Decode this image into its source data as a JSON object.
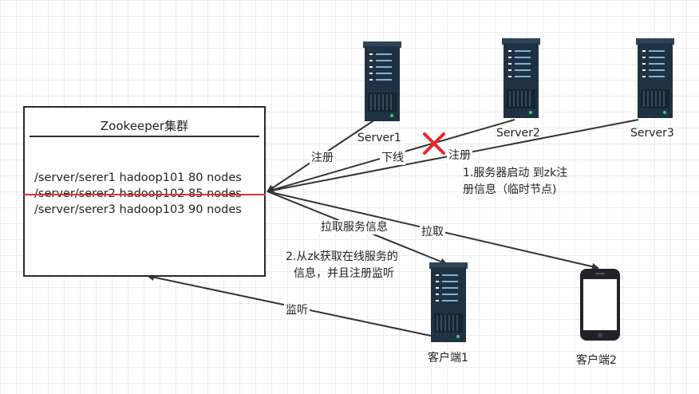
{
  "cluster": {
    "title": "Zookeeper集群",
    "nodes": [
      "/server/serer1 hadoop101 80 nodes",
      "/server/serer2 hadoop102 85 nodes",
      "/server/serer3 hadoop103 90 nodes"
    ],
    "strikethrough_color": "#e03030"
  },
  "servers": [
    {
      "name": "Server1"
    },
    {
      "name": "Server2"
    },
    {
      "name": "Server3"
    }
  ],
  "edges": {
    "server1_register": "注册",
    "server2_offline": "下线",
    "server3_register": "注册",
    "step1_note": [
      "1.服务器启动 到zk注",
      "册信息（临时节点)"
    ],
    "client1_pull": "拉取服务信息",
    "step2_note": [
      "2.从zk获取在线服务的",
      "信息，并且注册监听"
    ],
    "client2_pull": "拉取",
    "client1_watch": "监听"
  },
  "clients": [
    {
      "name": "客户端1",
      "icon": "server-icon"
    },
    {
      "name": "客户端2",
      "icon": "phone-icon"
    }
  ],
  "colors": {
    "server_body": "#1f3243",
    "server_light": "#7fb3d6",
    "status_led": "#36d06b",
    "offline_mark": "#e8262b",
    "line": "#333333"
  }
}
